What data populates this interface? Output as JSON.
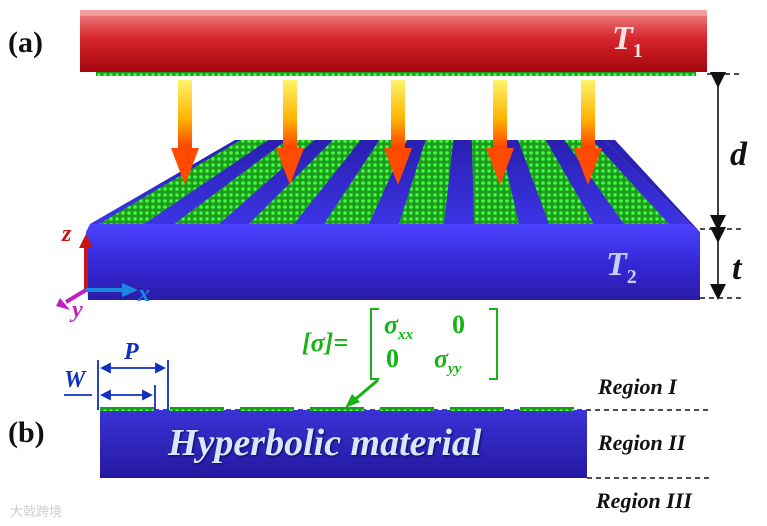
{
  "panels": {
    "a": "(a)",
    "b": "(b)"
  },
  "temperatures": {
    "t1_main": "T",
    "t1_sub": "1",
    "t2_main": "T",
    "t2_sub": "2"
  },
  "dimensions": {
    "gap": "d",
    "thickness": "t"
  },
  "axes": {
    "z": "z",
    "y": "y",
    "x": "x"
  },
  "conductivity": {
    "lhs": "[σ]=",
    "xx_main": "σ",
    "xx_sub": "xx",
    "zero_a": "0",
    "zero_b": "0",
    "yy_main": "σ",
    "yy_sub": "yy"
  },
  "period": {
    "p": "P",
    "w": "W"
  },
  "regions": {
    "r1": "Region I",
    "r2": "Region II",
    "r3": "Region III"
  },
  "material": "Hyperbolic material",
  "watermark": "大戟跨境",
  "colors": {
    "hot_plate": "#c8151b",
    "slab": "#3b2fd8",
    "grating": "#22c522",
    "arrow_top": "#ffe23a",
    "arrow_bottom": "#ff3a00"
  }
}
